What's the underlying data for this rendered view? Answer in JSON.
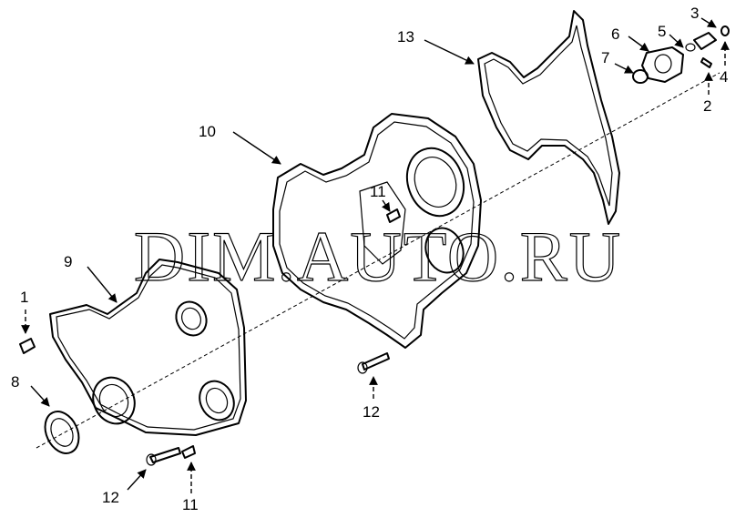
{
  "watermark": "DIM.AUTO.RU",
  "callouts": {
    "c1": "1",
    "c2": "2",
    "c3": "3",
    "c4": "4",
    "c5": "5",
    "c6": "6",
    "c7": "7",
    "c8": "8",
    "c9": "9",
    "c10": "10",
    "c11a": "11",
    "c11b": "11",
    "c12a": "12",
    "c12b": "12",
    "c13": "13"
  }
}
